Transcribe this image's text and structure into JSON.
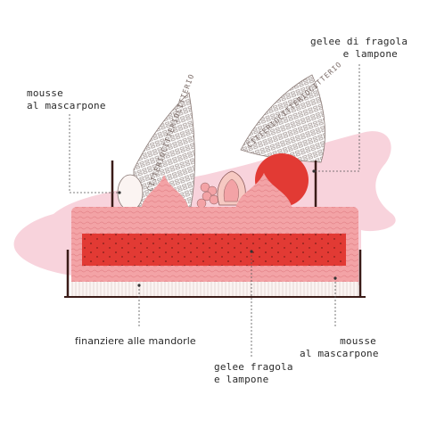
{
  "labels": {
    "top_right": {
      "line1": "gelee di fragola",
      "line2": "e lampone"
    },
    "top_left": {
      "line1": "mousse",
      "line2": "al mascarpone"
    },
    "bottom_left": {
      "line1": "finanziere alle mandorle"
    },
    "bottom_center": {
      "line1": "gelee fragola",
      "line2": "e lampone"
    },
    "bottom_right": {
      "line1": "mousse",
      "line2": "al mascarpone"
    }
  },
  "wafer_text": "CITTERIO",
  "colors": {
    "strawberry_red": "#e23a34",
    "mousse_pink": "#f3a3a6",
    "background_pink": "#f8d3dc",
    "base_white": "#fbf4f2",
    "outline": "#3a1b17"
  }
}
